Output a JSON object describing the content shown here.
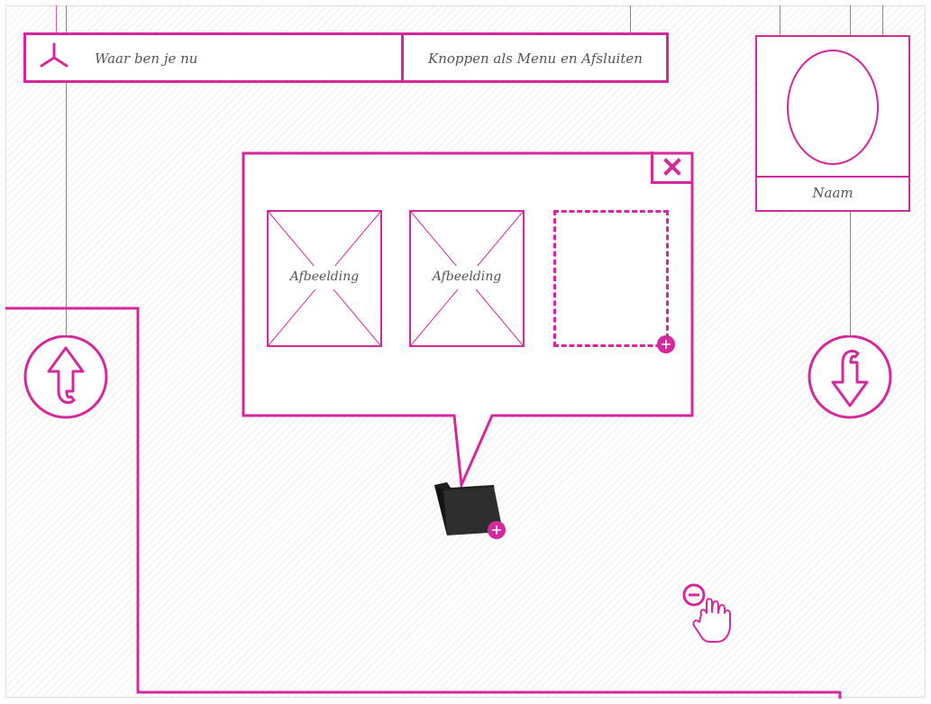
{
  "header": {
    "breadcrumb": "Waar ben je nu",
    "controls_hint": "Knoppen als Menu en Afsluiten"
  },
  "profile": {
    "name": "Naam"
  },
  "gallery": {
    "items": [
      {
        "label": "Afbeelding"
      },
      {
        "label": "Afbeelding"
      }
    ]
  },
  "colors": {
    "accent": "#d5289d",
    "folder": "#2a2a2a"
  },
  "icons": {
    "logo": "tri-spoke-logo-icon",
    "close": "close-icon",
    "up": "arrow-up-icon",
    "down": "arrow-down-icon",
    "add": "plus-icon",
    "folder": "folder-icon",
    "zoom_out_hand": "hand-pointer-minus-icon"
  }
}
